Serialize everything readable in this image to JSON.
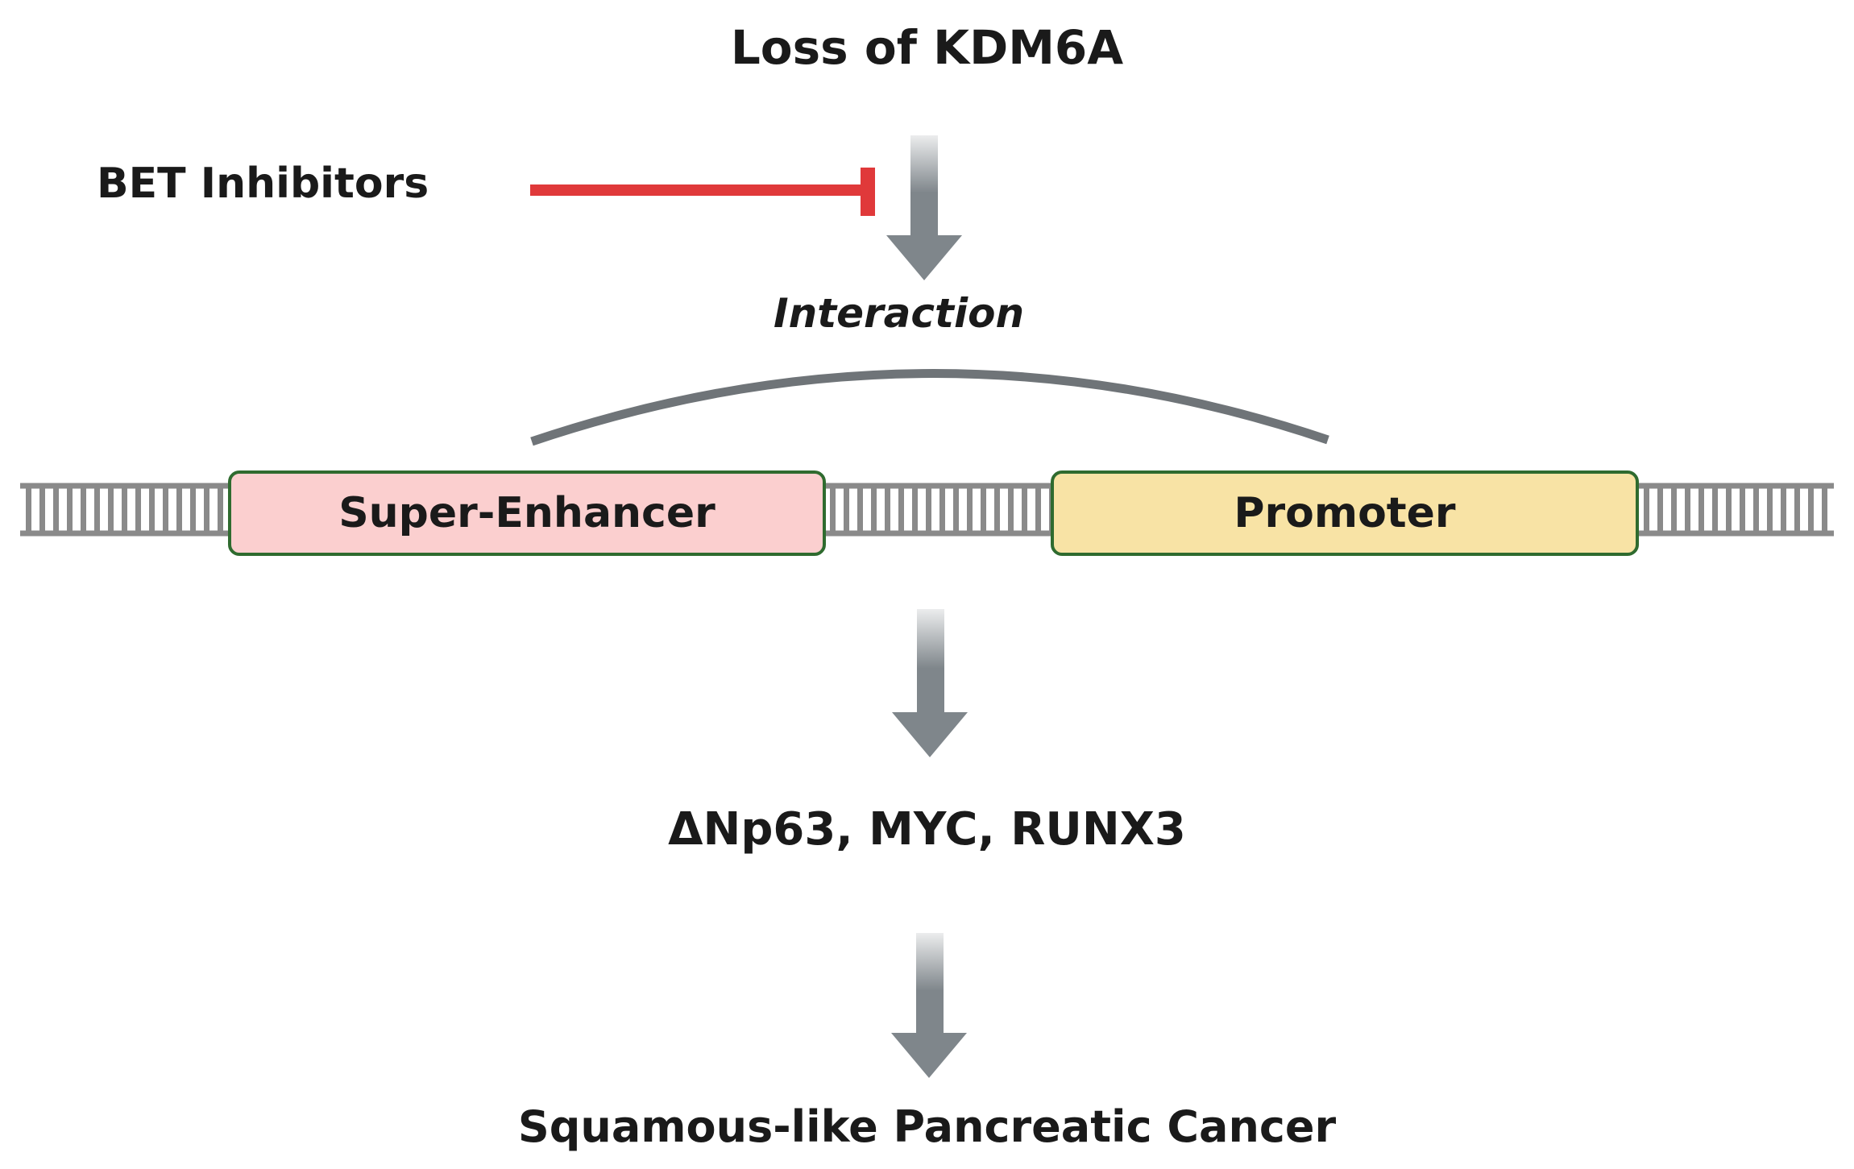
{
  "title": "Loss of KDM6A",
  "inhibitor_label": "BET Inhibitors",
  "interaction_label": "Interaction",
  "regions": {
    "enhancer": "Super-Enhancer",
    "promoter": "Promoter"
  },
  "genes_label": "ΔNp63, MYC, RUNX3",
  "outcome_label": "Squamous-like Pancreatic Cancer",
  "colors": {
    "arrow": "#7f868b",
    "inhibitor": "#e0393a",
    "dna": "#8a8a8a",
    "enhancer_fill": "#fbcfcf",
    "promoter_fill": "#f8e3a5",
    "box_border": "#2f6b2f"
  }
}
